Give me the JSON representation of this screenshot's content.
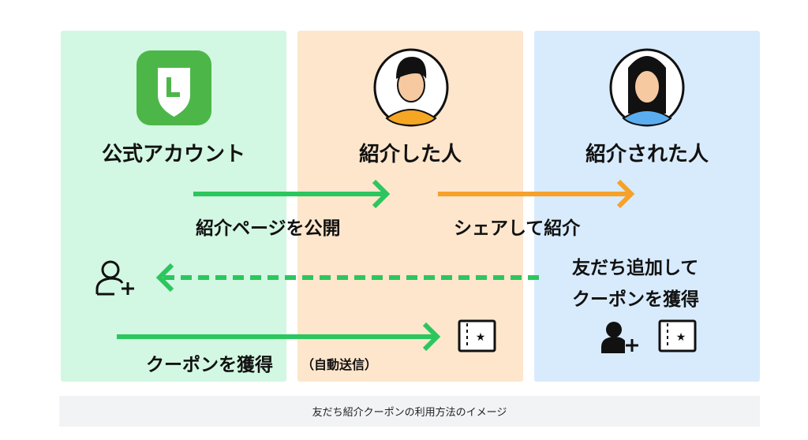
{
  "columns": [
    {
      "title": "公式アカウント",
      "icon": "line-official-account-icon"
    },
    {
      "title": "紹介した人",
      "icon": "man-avatar-icon"
    },
    {
      "title": "紹介された人",
      "icon": "woman-avatar-icon"
    }
  ],
  "steps": {
    "publish": "紹介ページを公開",
    "share": "シェアして紹介",
    "add_friend_line1": "友だち追加して",
    "add_friend_line2": "クーポンを獲得",
    "get_coupon": "クーポンを獲得",
    "auto_send": "（自動送信）"
  },
  "caption": "友だち紹介クーポンの利用方法のイメージ",
  "colors": {
    "green": "#2cc65e",
    "orange": "#f6a12a",
    "line_green": "#4cb748"
  }
}
